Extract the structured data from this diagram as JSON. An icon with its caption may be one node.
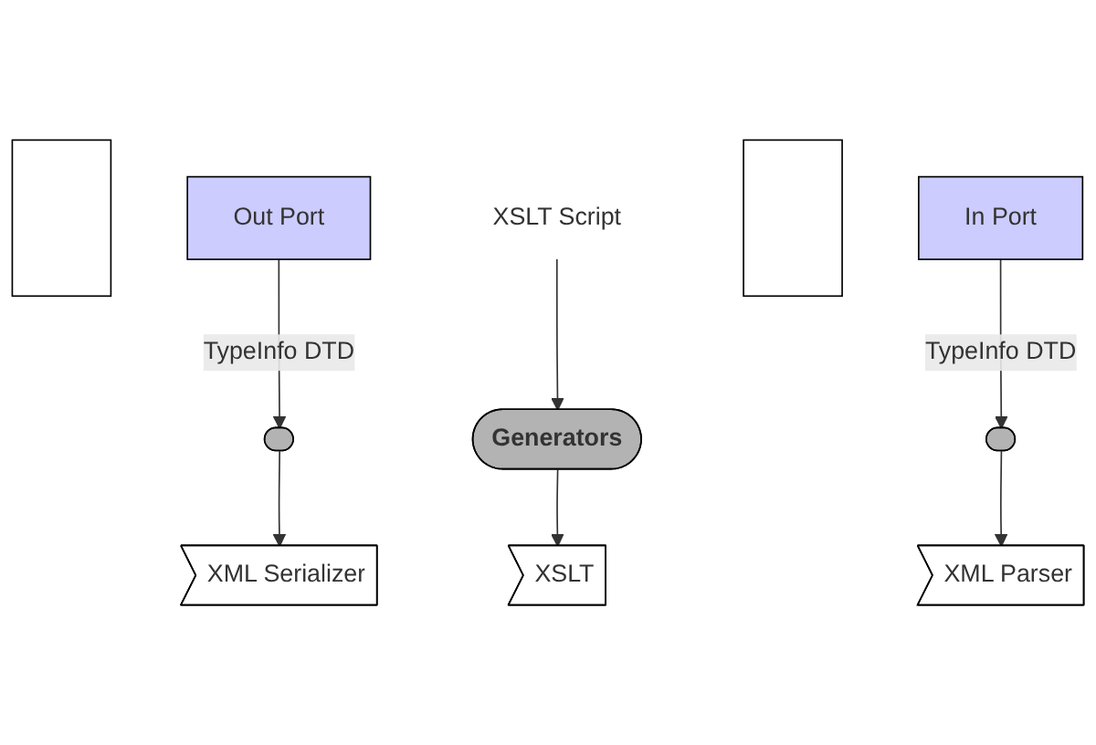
{
  "diagram": {
    "nodes": [
      {
        "text": [],
        "shape": "box"
      },
      {
        "text": [
          "Out Port"
        ]
      },
      {
        "text": [
          "XSLT Script"
        ]
      },
      {
        "text": [],
        "shape": "box"
      },
      {
        "text": [
          "In Port"
        ]
      },
      {
        "text": [],
        "shape": "ellipse"
      },
      {
        "text": [
          "Generators"
        ]
      },
      {
        "text": [],
        "shape": "ellipse"
      },
      {
        "text": [
          "XML Serializer"
        ]
      },
      {
        "text": [
          "XSLT"
        ]
      },
      {
        "text": [
          "XML Parser"
        ]
      }
    ],
    "edges": [
      {
        "from": 1,
        "to": 5,
        "arrow": "to",
        "label": "TypeInfo DTD"
      },
      {
        "from": 2,
        "to": 6,
        "arrow": "to"
      },
      {
        "from": 4,
        "to": 7,
        "arrow": "to",
        "label": "TypeInfo DTD"
      },
      {
        "from": 5,
        "to": 8,
        "arrow": "to"
      },
      {
        "from": 6,
        "to": 9,
        "arrow": "to"
      },
      {
        "from": 7,
        "to": 10,
        "arrow": "to"
      }
    ]
  }
}
